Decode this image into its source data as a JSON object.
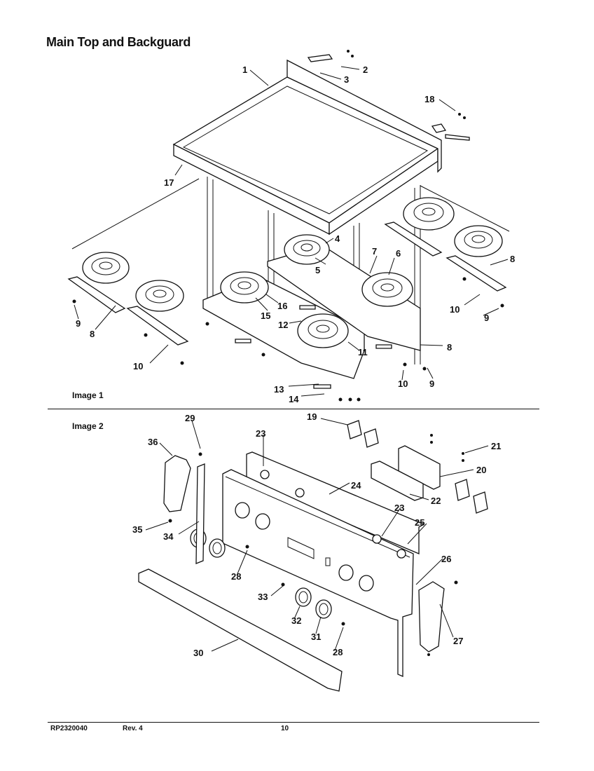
{
  "title": "Main Top and Backguard",
  "image_labels": [
    "Image 1",
    "Image 2"
  ],
  "callouts_image1": [
    "1",
    "2",
    "3",
    "18",
    "17",
    "4",
    "5",
    "6",
    "7",
    "8",
    "9",
    "10",
    "11",
    "12",
    "13",
    "14",
    "15",
    "16"
  ],
  "callouts_image2": [
    "19",
    "20",
    "21",
    "22",
    "23",
    "24",
    "25",
    "26",
    "27",
    "28",
    "29",
    "30",
    "31",
    "32",
    "33",
    "34",
    "35",
    "36"
  ],
  "footer": {
    "part_number": "RP2320040",
    "revision": "Rev. 4",
    "page": "10"
  }
}
